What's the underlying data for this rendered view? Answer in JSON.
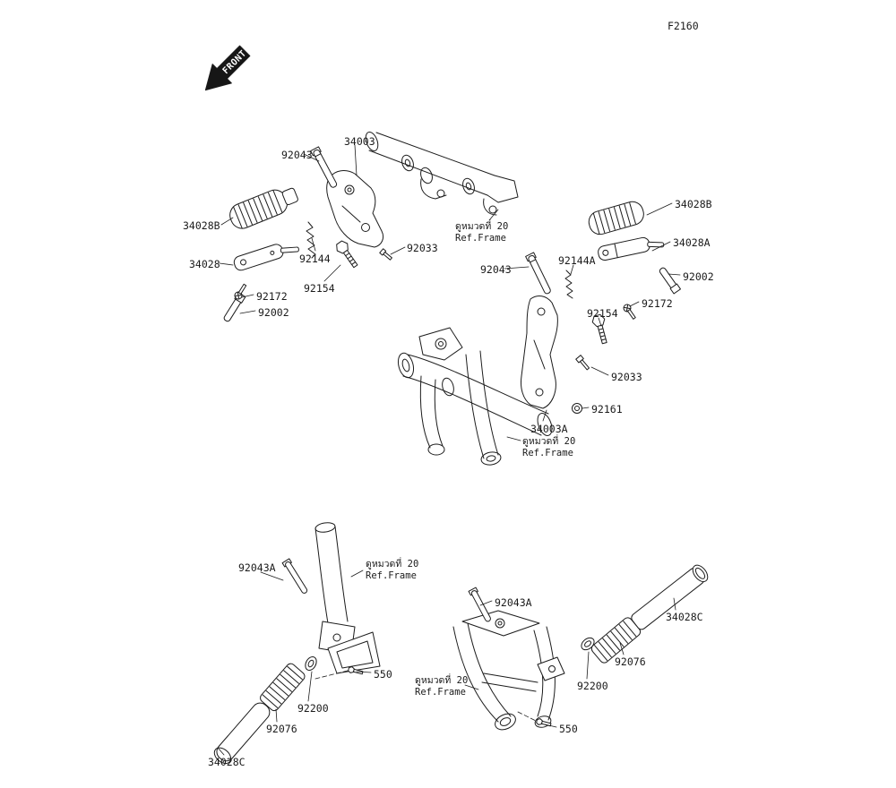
{
  "page": {
    "figure_code": "F2160",
    "front_label": "FRONT"
  },
  "ref_note": {
    "line1": "ดูหมวดที่ 20",
    "line2": "Ref.Frame"
  },
  "labels": [
    {
      "text": "92043"
    },
    {
      "text": "34003"
    },
    {
      "text": "34028B"
    },
    {
      "text": "34028"
    },
    {
      "text": "92144"
    },
    {
      "text": "92154"
    },
    {
      "text": "92172"
    },
    {
      "text": "92002"
    },
    {
      "text": "92033"
    },
    {
      "text": "34028B"
    },
    {
      "text": "34028A"
    },
    {
      "text": "92144A"
    },
    {
      "text": "92043"
    },
    {
      "text": "92002"
    },
    {
      "text": "92172"
    },
    {
      "text": "92154"
    },
    {
      "text": "92033"
    },
    {
      "text": "92161"
    },
    {
      "text": "34003A"
    },
    {
      "text": "92043A"
    },
    {
      "text": "550"
    },
    {
      "text": "92200"
    },
    {
      "text": "92076"
    },
    {
      "text": "34028C"
    },
    {
      "text": "92043A"
    },
    {
      "text": "34028C"
    },
    {
      "text": "92076"
    },
    {
      "text": "92200"
    },
    {
      "text": "550"
    }
  ]
}
